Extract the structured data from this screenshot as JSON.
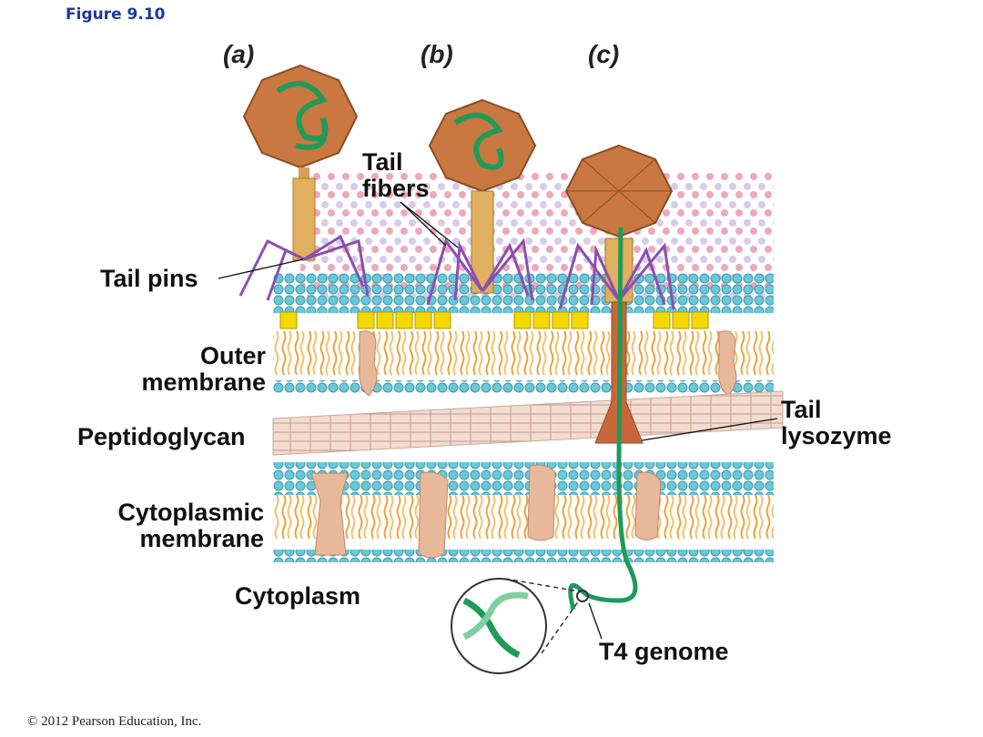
{
  "figure": {
    "title": "Figure 9.10"
  },
  "panels": [
    "(a)",
    "(b)",
    "(c)"
  ],
  "labels": {
    "tail_fibers": [
      "Tail",
      "fibers"
    ],
    "tail_pins": "Tail pins",
    "outer_membrane": [
      "Outer",
      "membrane"
    ],
    "peptidoglycan": "Peptidoglycan",
    "cytoplasmic_membrane": [
      "Cytoplasmic",
      "membrane"
    ],
    "cytoplasm": "Cytoplasm",
    "tail_lysozyme": [
      "Tail",
      "lysozyme"
    ],
    "t4_genome": "T4 genome"
  },
  "colors": {
    "capsid": "#c87840",
    "dna": "#1f9a5a",
    "tail_fiber": "#8a4fb0",
    "lipid_head": "#6cc7d6",
    "lipid_tail": "#f0b050",
    "protein": "#e8b89a",
    "lps_yellow": "#f5d800"
  },
  "copyright": "© 2012 Pearson Education, Inc."
}
